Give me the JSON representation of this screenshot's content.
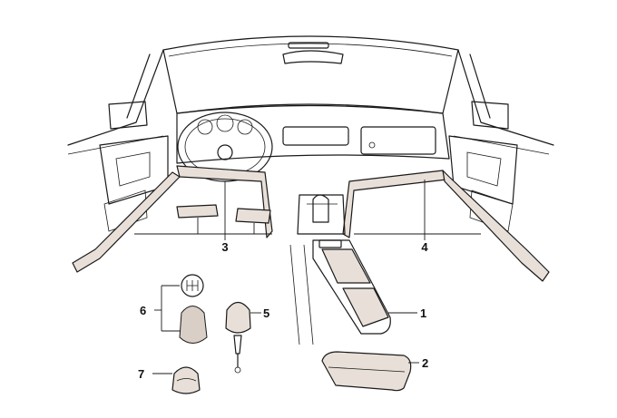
{
  "callouts": [
    {
      "id": "1",
      "label": "1"
    },
    {
      "id": "2",
      "label": "2"
    },
    {
      "id": "3",
      "label": "3"
    },
    {
      "id": "4",
      "label": "4"
    },
    {
      "id": "5",
      "label": "5"
    },
    {
      "id": "6",
      "label": "6"
    },
    {
      "id": "7",
      "label": "7"
    }
  ],
  "colors": {
    "line": "#1a1a1a",
    "trim_fill": "#e8e0d8",
    "wood_fill": "#d9cfc6",
    "background": "#ffffff"
  }
}
